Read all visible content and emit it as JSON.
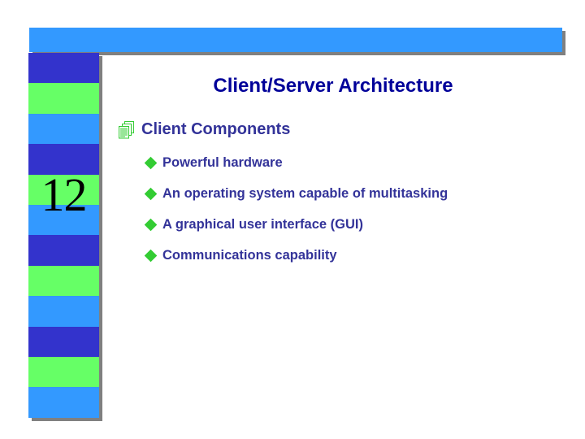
{
  "slide": {
    "number": "12",
    "title": "Client/Server Architecture",
    "level1": {
      "bullet_icon": "documents-stack-icon",
      "label": "Client Components"
    },
    "sub_bullets": [
      {
        "bullet_icon": "diamond-icon",
        "label": "Powerful hardware"
      },
      {
        "bullet_icon": "diamond-icon",
        "label": "An operating system capable of multitasking"
      },
      {
        "bullet_icon": "diamond-icon",
        "label": "A graphical user interface (GUI)"
      },
      {
        "bullet_icon": "diamond-icon",
        "label": "Communications capability"
      }
    ]
  },
  "decoration": {
    "banner_color": "#3399ff",
    "stripe_colors": [
      "#3333cc",
      "#66ff66",
      "#3399ff"
    ],
    "stripe_sequence": [
      "c-darkblue",
      "c-green",
      "c-lightblue",
      "c-darkblue",
      "c-green",
      "c-lightblue",
      "c-darkblue",
      "c-green",
      "c-lightblue",
      "c-darkblue",
      "c-green",
      "c-lightblue"
    ],
    "shadow_color": "#808080",
    "title_color": "#000099",
    "body_color": "#333399",
    "accent_green": "#33cc33",
    "number_color": "#000000"
  }
}
